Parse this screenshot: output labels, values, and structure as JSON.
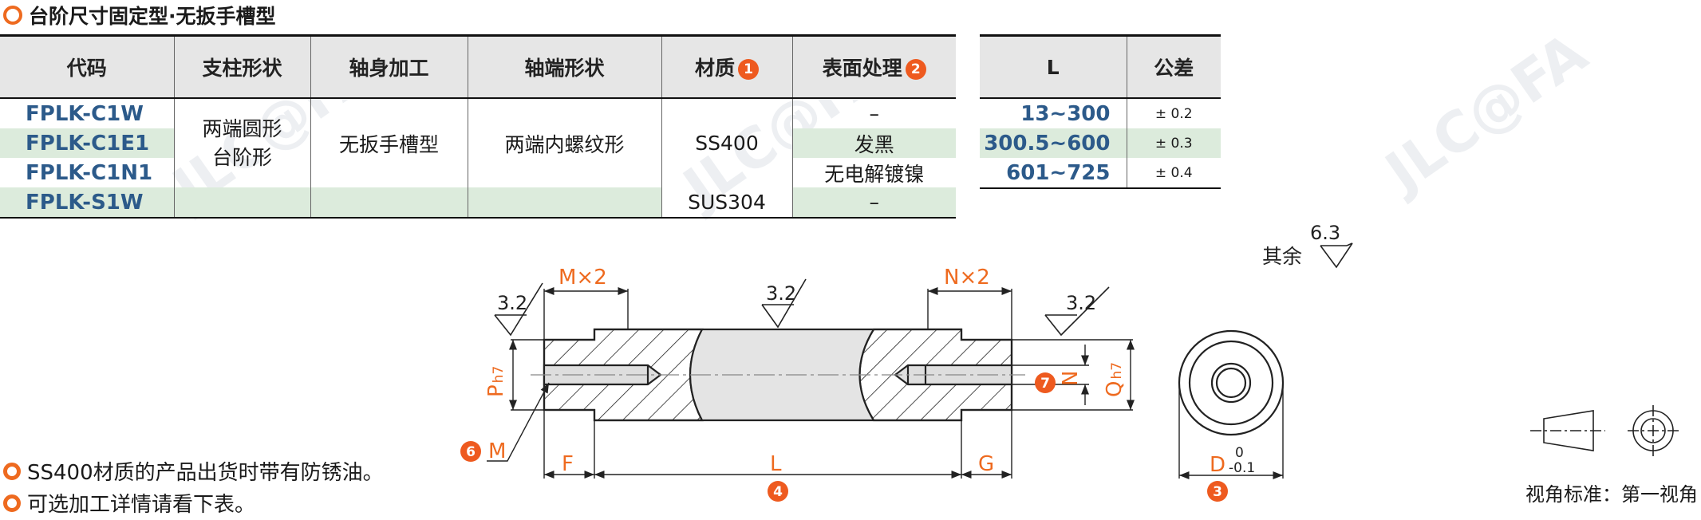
{
  "title": "台阶尺寸固定型·无扳手槽型",
  "main_table": {
    "headers": [
      "代码",
      "支柱形状",
      "轴身加工",
      "轴端形状",
      "材质",
      "表面处理"
    ],
    "header_marks": {
      "material": "1",
      "surface": "2"
    },
    "codes": [
      "FPLK-C1W",
      "FPLK-C1E1",
      "FPLK-C1N1",
      "FPLK-S1W"
    ],
    "pillar_shape": "两端圆形\n台阶形",
    "shaft_processing": "无扳手槽型",
    "end_shape": "两端内螺纹形",
    "materials": [
      "SS400",
      "SUS304"
    ],
    "surfaces": [
      "–",
      "发黑",
      "无电解镀镍",
      "–"
    ]
  },
  "tolerance_table": {
    "headers": [
      "L",
      "公差"
    ],
    "rows": [
      {
        "L": "13~300",
        "tol": "± 0.2"
      },
      {
        "L": "300.5~600",
        "tol": "± 0.3"
      },
      {
        "L": "601~725",
        "tol": "± 0.4"
      }
    ]
  },
  "drawing": {
    "other_label": "其余",
    "roughness_other": "6.3",
    "roughness": "3.2",
    "M": "M×2",
    "N": "N×2",
    "P": "P",
    "P_sub": "h7",
    "Q": "Q",
    "Q_sub": "h7",
    "Nlabel": "N",
    "Mlabel": "M",
    "F": "F",
    "L": "L",
    "G": "G",
    "D": "D",
    "D_tol_up": "0",
    "D_tol_low": "-0.1",
    "marks": {
      "m3": "3",
      "m4": "4",
      "m6": "6",
      "m7": "7"
    }
  },
  "notes": [
    "SS400材质的产品出货时带有防锈油。",
    "可选加工详情请看下表。"
  ],
  "view_standard": "视角标准：第一视角",
  "colors": {
    "accent": "#ee6a1f",
    "code_blue": "#2c5a8a",
    "row_green": "#dcebdc",
    "header_gray": "#e6e6e6"
  }
}
